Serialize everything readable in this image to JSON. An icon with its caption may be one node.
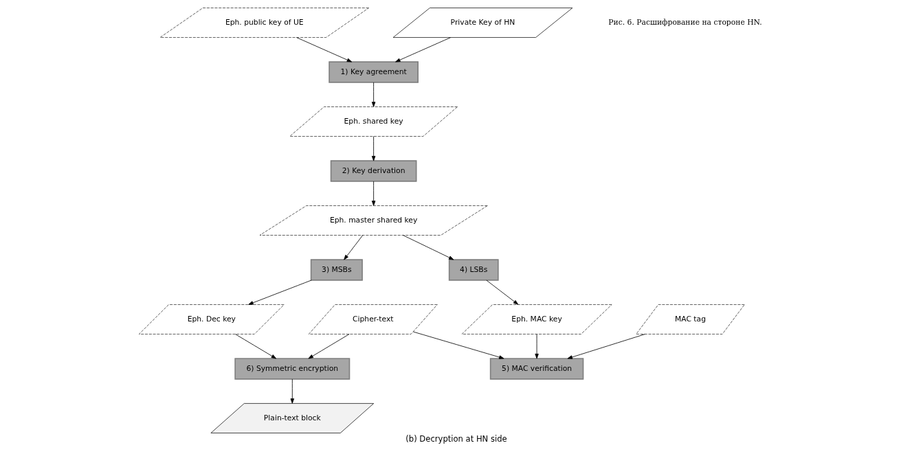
{
  "diagram": {
    "caption": "(b) Decryption at HN side",
    "nodes": [
      {
        "text": [
          "Eph. public key of UE"
        ]
      },
      {
        "text": [
          "1) Key agreement"
        ]
      },
      {
        "text": [
          "Private Key of HN"
        ]
      },
      {
        "text": [
          "2) Key derivation"
        ]
      },
      {
        "text": [
          "Eph. shared key"
        ]
      },
      {
        "text": [
          "Eph. master shared key"
        ]
      },
      {
        "text": [
          "Cipher-text"
        ]
      },
      {
        "text": [
          "6) Symmetric encryption"
        ]
      },
      {
        "text": [
          "Eph. Dec key"
        ]
      },
      {
        "text": [
          "3) MSBs"
        ]
      },
      {
        "text": [
          "Plain-text block"
        ]
      },
      {
        "text": [
          "4) LSBs"
        ]
      },
      {
        "text": [
          "MAC tag"
        ]
      },
      {
        "text": [
          "5) MAC verification"
        ]
      },
      {
        "text": [
          "Eph. MAC key"
        ]
      }
    ],
    "edges": [
      {
        "from": 0,
        "to": 1,
        "arrow": "to"
      },
      {
        "from": 2,
        "to": 1,
        "arrow": "to"
      },
      {
        "from": 1,
        "to": 4,
        "arrow": "to"
      },
      {
        "from": 4,
        "to": 3,
        "arrow": "to"
      },
      {
        "from": 3,
        "to": 5,
        "arrow": "to"
      },
      {
        "from": 5,
        "to": 9,
        "arrow": "to"
      },
      {
        "from": 5,
        "to": 11,
        "arrow": "to"
      },
      {
        "from": 9,
        "to": 8,
        "arrow": "to"
      },
      {
        "from": 8,
        "to": 7,
        "arrow": "to"
      },
      {
        "from": 6,
        "to": 7,
        "arrow": "to"
      },
      {
        "from": 7,
        "to": 10,
        "arrow": "to"
      },
      {
        "from": 6,
        "to": 13,
        "arrow": "to"
      },
      {
        "from": 12,
        "to": 13,
        "arrow": "to"
      },
      {
        "from": 11,
        "to": 14,
        "arrow": "to"
      },
      {
        "from": 14,
        "to": 13,
        "arrow": "to"
      }
    ],
    "labels": [
      "Рис. 6. Расшифрование на стороне HN."
    ]
  }
}
